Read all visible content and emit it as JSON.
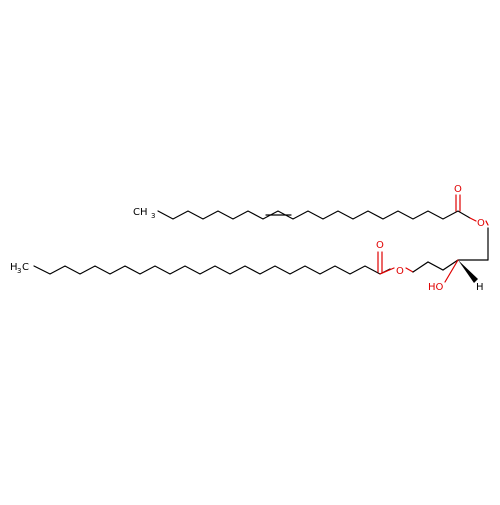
{
  "molecule": {
    "atoms": {
      "oleoyl_terminal_carbon": {
        "symbol": "CH",
        "subscript": "3",
        "color": "#000000"
      },
      "stearoyl_terminal_carbon": {
        "symbol": "H",
        "prefix_c": "C",
        "subscript": "3",
        "color": "#000000"
      },
      "upper_carbonyl_oxygen": {
        "symbol": "O",
        "color": "#e00000"
      },
      "upper_ester_oxygen": {
        "symbol": "O",
        "color": "#e00000"
      },
      "lower_carbonyl_oxygen": {
        "symbol": "O",
        "color": "#e00000"
      },
      "lower_ester_oxygen": {
        "symbol": "O",
        "color": "#e00000"
      },
      "hydroxyl_group": {
        "symbol": "HO",
        "color": "#e00000"
      },
      "stereo_hydrogen": {
        "symbol": "H",
        "color": "#000000"
      }
    },
    "colors": {
      "carbon_bond": "#000000",
      "oxygen": "#e00000"
    }
  }
}
